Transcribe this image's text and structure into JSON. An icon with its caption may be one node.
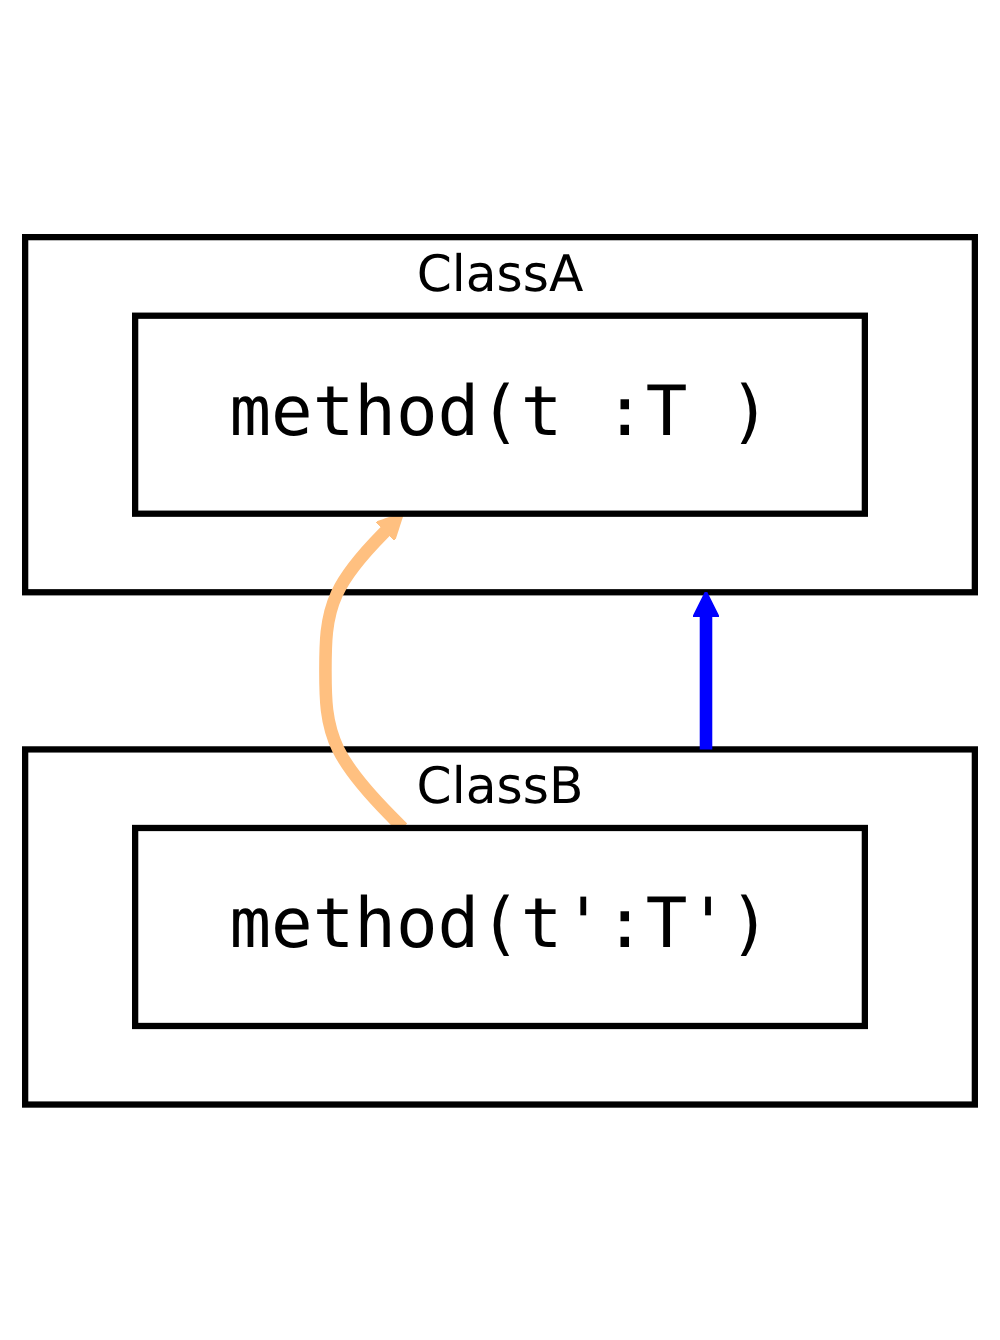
{
  "diagram": {
    "nodes": [
      {
        "text": [
          "ClassA"
        ]
      },
      {
        "text": [
          "method(t :T )"
        ],
        "in": 0
      },
      {
        "text": [
          "ClassB"
        ]
      },
      {
        "text": [
          "method(t':T')"
        ],
        "in": 2
      }
    ],
    "edges": [
      {
        "from": 2,
        "to": 0,
        "arrow": "to",
        "color": "#0000ff"
      },
      {
        "from": 3,
        "to": 1,
        "arrow": "to",
        "color": "#ffc080"
      }
    ]
  }
}
